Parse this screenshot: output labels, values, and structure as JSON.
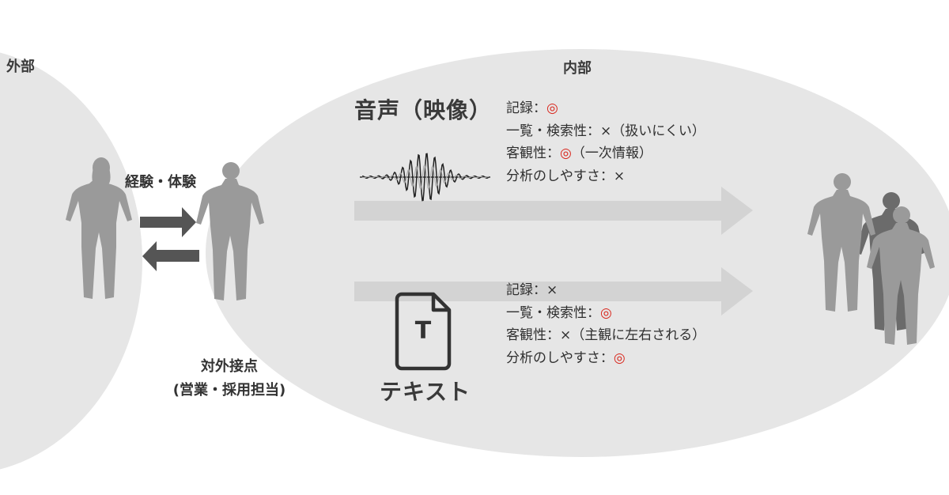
{
  "regions": {
    "external_label": "外部",
    "internal_label": "内部"
  },
  "left": {
    "experience_label": "経験・体験",
    "contact_label_line1": "対外接点",
    "contact_label_line2": "(営業・採用担当)"
  },
  "audio": {
    "title": "音声（映像）",
    "props": [
      {
        "label": "記録：",
        "value": "◎",
        "value_is_mark": true,
        "suffix": ""
      },
      {
        "label": "一覧・検索性：",
        "value": "×",
        "value_is_mark": false,
        "suffix": "（扱いにくい）"
      },
      {
        "label": "客観性：",
        "value": "◎",
        "value_is_mark": true,
        "suffix": "（一次情報）"
      },
      {
        "label": "分析のしやすさ：",
        "value": "×",
        "value_is_mark": false,
        "suffix": ""
      }
    ]
  },
  "text": {
    "title": "テキスト",
    "icon_letter": "T",
    "props": [
      {
        "label": "記録：",
        "value": "×",
        "value_is_mark": false,
        "suffix": ""
      },
      {
        "label": "一覧・検索性：",
        "value": "◎",
        "value_is_mark": true,
        "suffix": ""
      },
      {
        "label": "客観性：",
        "value": "×",
        "value_is_mark": false,
        "suffix": "（主観に左右される）"
      },
      {
        "label": "分析のしやすさ：",
        "value": "◎",
        "value_is_mark": true,
        "suffix": ""
      }
    ]
  },
  "colors": {
    "region_fill": "#e6e6e6",
    "arrow_fill": "#d3d3d3",
    "exchange_arrow": "#555555",
    "figure_light": "#9a9a9a",
    "figure_dark": "#6b6b6b",
    "mark_red": "#d9261c"
  }
}
